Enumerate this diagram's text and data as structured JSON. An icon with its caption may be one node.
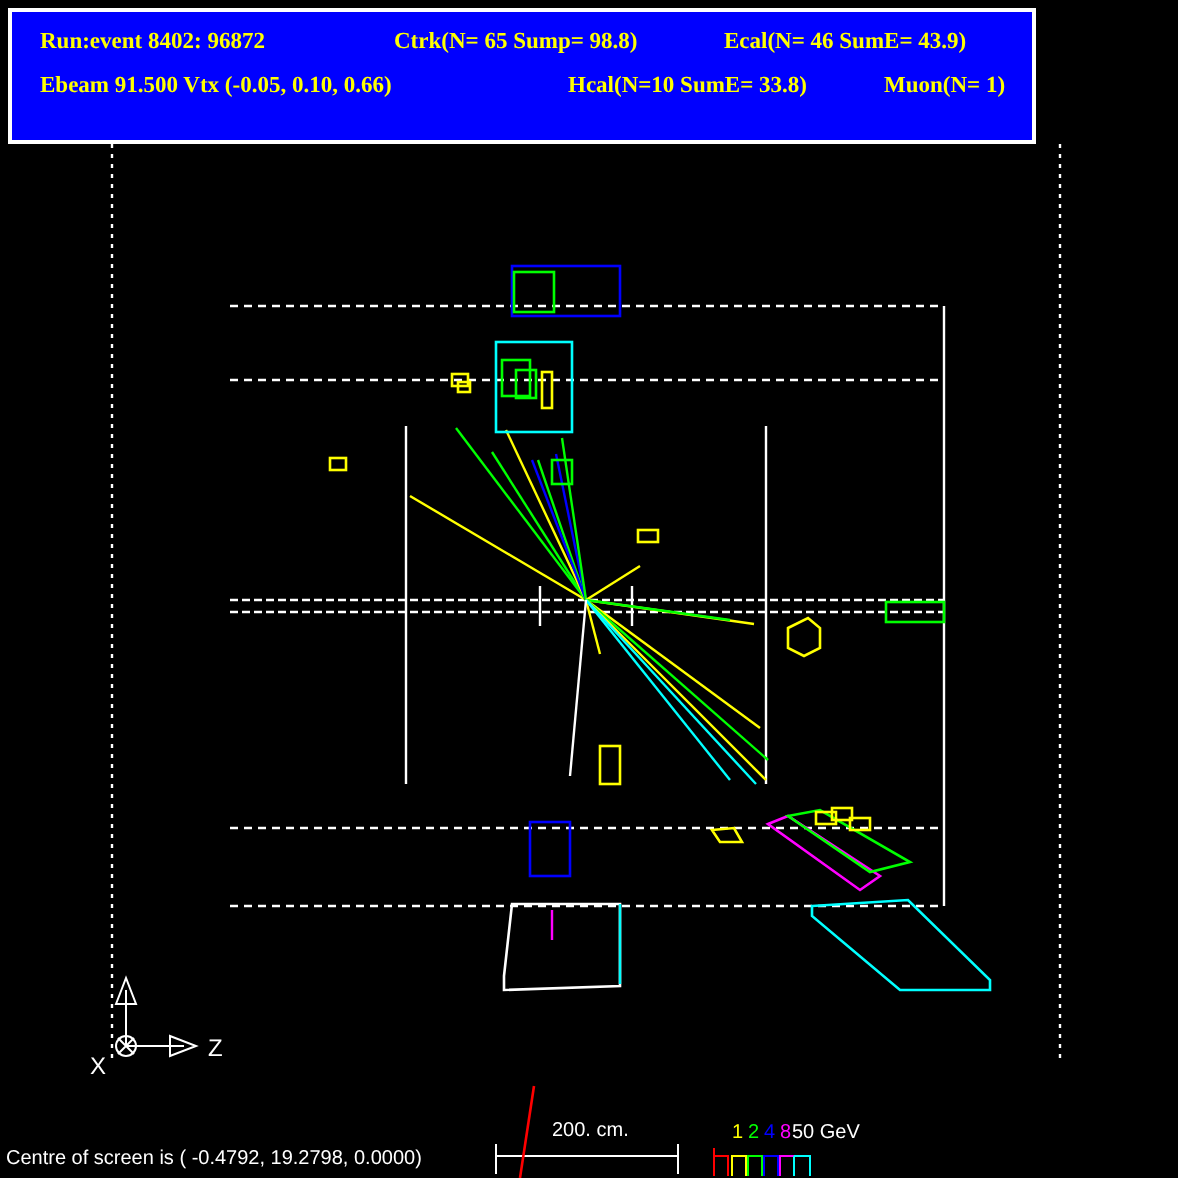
{
  "diagram": {
    "labels": [
      "Run:event 8402: 96872",
      "Ctrk(N= 65 Sump= 98.8)",
      "Ecal(N= 46 SumE= 43.9)",
      "Ebeam 91.500 Vtx (-0.05, 0.10, 0.66)",
      "Hcal(N=10 SumE= 33.8)",
      "Muon(N= 1)",
      "X",
      "Z",
      "Centre of screen is ( -0.4792, 19.2798, 0.0000)",
      "200. cm.",
      "50 GeV"
    ],
    "legend": [
      {
        "text": "1",
        "color": "#ffff00"
      },
      {
        "text": "2",
        "color": "#00ff00"
      },
      {
        "text": "4",
        "color": "#0000ff"
      },
      {
        "text": "8",
        "color": "#ff00ff"
      }
    ]
  }
}
